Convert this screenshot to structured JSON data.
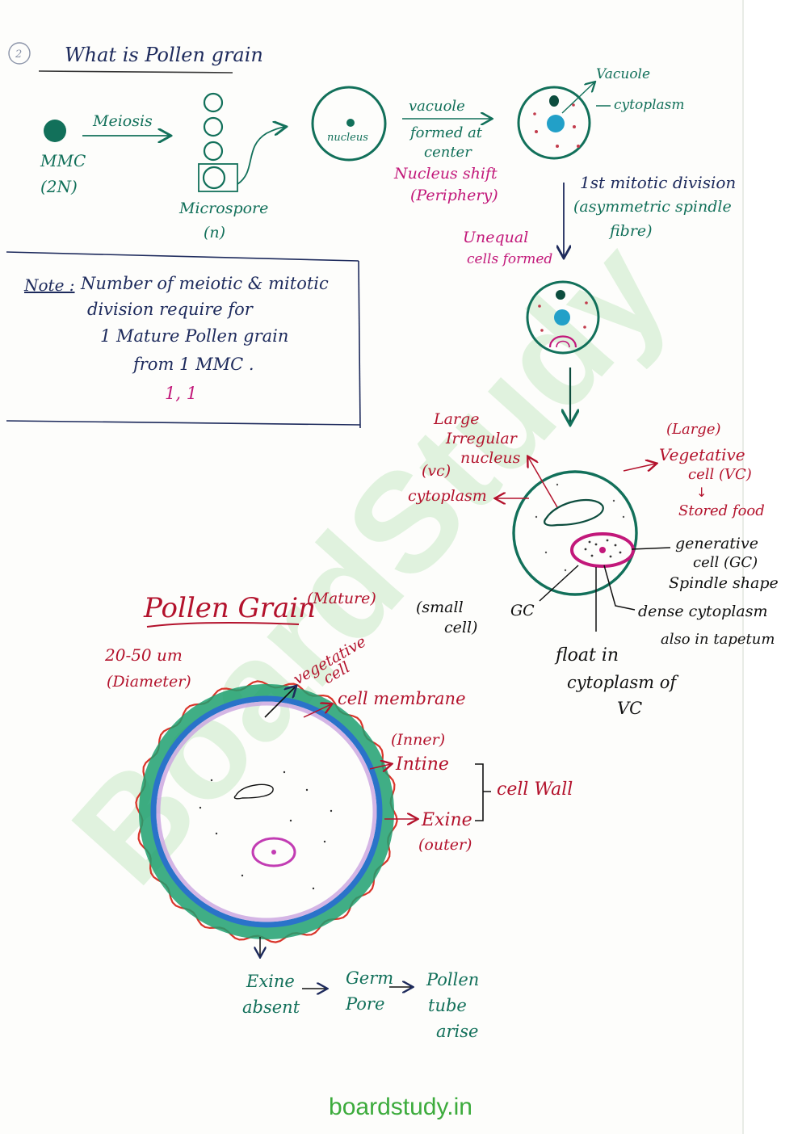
{
  "heading": {
    "number": "2",
    "title": "What is Pollen grain"
  },
  "flow": {
    "meiosis": "Meiosis",
    "mmc": "MMC",
    "mmc_ploidy": "(2N)",
    "microspore": "Microspore",
    "microspore_ploidy": "(n)",
    "nucleus": "nucleus",
    "vacuole_formed_1": "vacuole",
    "vacuole_formed_2": "formed at",
    "vacuole_formed_3": "center",
    "nucleus_shift_1": "Nucleus shift",
    "nucleus_shift_2": "(Periphery)",
    "vacuole_label": "Vacuole",
    "cytoplasm_label": "cytoplasm",
    "mitotic_1": "1st mitotic division",
    "mitotic_2": "(asymmetric spindle",
    "mitotic_3": "fibre)",
    "unequal_1": "Unequal",
    "unequal_2": "cells formed"
  },
  "note": {
    "label": "Note :",
    "line1": "Number of meiotic & mitotic",
    "line2": "division require for",
    "line3": "1 Mature Pollen grain",
    "line4": "from 1 MMC .",
    "answer": "1, 1"
  },
  "cell_diagram": {
    "nucleus_1": "Large",
    "nucleus_2": "Irregular",
    "nucleus_3": "nucleus",
    "vc": "(vc)",
    "cytoplasm": "cytoplasm",
    "veg_1": "(Large)",
    "veg_2": "Vegetative",
    "veg_3": "cell (VC)",
    "stored_arrow": "↓",
    "stored": "Stored food",
    "gen_1": "generative",
    "gen_2": "cell (GC)",
    "gen_3": "Spindle shape",
    "dense_1": "dense cytoplasm",
    "dense_2": "also in tapetum",
    "small_1": "(small",
    "small_2": "cell)",
    "gc": "GC",
    "float_1": "float in",
    "float_2": "cytoplasm of",
    "float_3": "VC"
  },
  "pollen": {
    "title": "Pollen Grain",
    "mature": "(Mature)",
    "size": "20-50 um",
    "diameter": "(Diameter)",
    "veg_1": "vegetative",
    "veg_2": "cell",
    "membrane": "cell membrane",
    "inner": "(Inner)",
    "intine": "Intine",
    "exine": "Exine",
    "outer": "(outer)",
    "cell_wall": "cell Wall",
    "exine_absent_1": "Exine",
    "exine_absent_2": "absent",
    "germ_1": "Germ",
    "germ_2": "Pore",
    "tube_1": "Pollen",
    "tube_2": "tube",
    "tube_3": "arise"
  },
  "watermark": "BoardStudy",
  "footer": "boardstudy.in",
  "colors": {
    "green": "#12705a",
    "dark_blue": "#1d2a5c",
    "red": "#b3122c",
    "pink": "#c2187a",
    "teal": "#1f9a7a",
    "blue": "#2a73c9",
    "magenta": "#c23cb3",
    "watermark": "#7fd07a"
  }
}
